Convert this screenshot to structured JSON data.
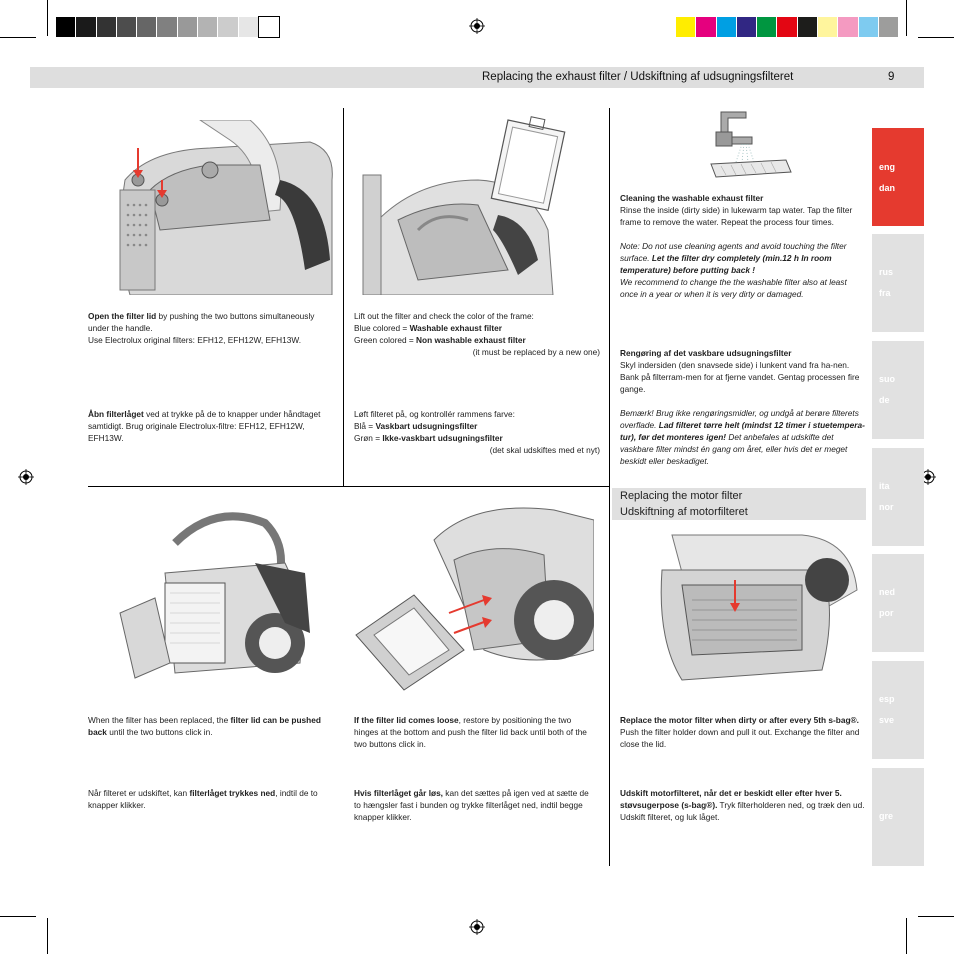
{
  "header": {
    "title": "Replacing the exhaust filter  / Udskiftning af udsugningsfilteret",
    "page_number": "9"
  },
  "colors": {
    "accent_red": "#e53a2f",
    "tab_gray": "#e1e1e1",
    "header_gray": "#dedede",
    "gray_bar": [
      "#000000",
      "#1a1a1a",
      "#333333",
      "#4d4d4d",
      "#666666",
      "#808080",
      "#999999",
      "#b3b3b3",
      "#cccccc",
      "#e6e6e6",
      "#ffffff"
    ],
    "color_bar": [
      "#ffed00",
      "#e5007e",
      "#009fe3",
      "#312783",
      "#009640",
      "#e30613",
      "#1d1d1b",
      "#fff59d",
      "#f49ac1",
      "#7ecbf0",
      "#9d9d9c"
    ]
  },
  "languages": [
    {
      "lines": [
        "eng",
        "dan"
      ],
      "active": true
    },
    {
      "lines": [
        "rus",
        "fra"
      ],
      "active": false
    },
    {
      "lines": [
        "suo",
        "de"
      ],
      "active": false
    },
    {
      "lines": [
        "ita",
        "nor"
      ],
      "active": false
    },
    {
      "lines": [
        "ned",
        "por"
      ],
      "active": false
    },
    {
      "lines": [
        "esp",
        "sve"
      ],
      "active": false
    },
    {
      "lines": [
        "gre"
      ],
      "active": false
    }
  ],
  "step1": {
    "en_bold": "Open the filter lid",
    "en_rest": " by pushing the two buttons simultaneously under the handle.",
    "en_line2": "Use Electrolux original filters: EFH12, EFH12W, EFH13W.",
    "da_bold": "Åbn filterlåget",
    "da_rest": " ved at trykke på de to knapper under håndtaget samtidigt. Brug originale Electrolux-filtre: EFH12, EFH12W, EFH13W."
  },
  "step2": {
    "en_line1": "Lift out the filter and check the color of the frame:",
    "en_blue_label": "Blue colored = ",
    "en_blue_value": "Washable exhaust filter",
    "en_green_label": "Green colored = ",
    "en_green_value": "Non washable exhaust filter",
    "en_note": "(it must be replaced by a new one)",
    "da_line1": "Løft filteret på, og kontrollér rammens farve:",
    "da_blue_label": "Blå = ",
    "da_blue_value": "Vaskbart udsugningsfilter",
    "da_green_label": "Grøn = ",
    "da_green_value": "Ikke-vaskbart udsugningsfilter",
    "da_note": "(det skal udskiftes med et nyt)"
  },
  "step3": {
    "en_title": "Cleaning the washable exhaust filter",
    "en_body": "Rinse the inside (dirty side) in lukewarm tap water. Tap the filter frame to remove the water. Repeat the process four times.",
    "en_note_italic": " Note: Do not use cleaning agents and avoid touching the filter surface. ",
    "en_note_bold": "Let the filter dry completely (min.12 h In room temperature) before putting back !",
    "en_note_tail": "We recommend to change the the washable filter also at least once in a year or when it is very dirty or damaged.",
    "da_title": "Rengøring af det vaskbare udsugningsfilter",
    "da_body": "Skyl indersiden (den snavsede side) i lunkent vand fra ha-nen. Bank på filterram-men for at fjerne vandet. Gentag processen fire gange.",
    "da_note_italic": "Bemærk! Brug ikke rengøringsmidler, og undgå at berøre filterets overflade. ",
    "da_note_bold": "Lad filteret tørre helt (mindst 12 timer i stuetempera-tur), før det monteres igen!",
    "da_note_tail": " Det anbefales at udskifte det vaskbare filter mindst én gang om året, eller hvis det er meget beskidt eller beskadiget."
  },
  "motor": {
    "title_en": "Replacing the motor filter",
    "title_da": "Udskiftning af motorfilteret"
  },
  "step4": {
    "en_pre": "When the filter has been replaced, the ",
    "en_bold": "filter lid can be pushed back",
    "en_rest": " until the two buttons click in.",
    "da_pre": "Når filteret er udskiftet, kan ",
    "da_bold": "filterlåget trykkes ned",
    "da_rest": ", indtil de to knapper klikker."
  },
  "step5": {
    "en_bold": "If the filter lid comes loose",
    "en_rest": ", restore by positioning the two hinges at the bottom and push the filter lid back until both of the two buttons click in.",
    "da_bold": "Hvis filterlåget går løs,",
    "da_rest": " kan det sættes på igen ved at sætte de to hængsler fast i bunden og trykke filterlåget ned, indtil begge knapper klikker."
  },
  "step6": {
    "en_bold": "Replace the motor filter when dirty or after every 5th s-bag®.",
    "en_rest": " Push the filter holder down and pull it out. Exchange the filter and close the lid.",
    "da_bold": "Udskift motorfilteret, når det er beskidt eller efter hver 5. støvsugerpose (s-bag®).",
    "da_rest": " Tryk filterholderen ned, og træk den ud. Udskift filteret, og luk låget."
  }
}
